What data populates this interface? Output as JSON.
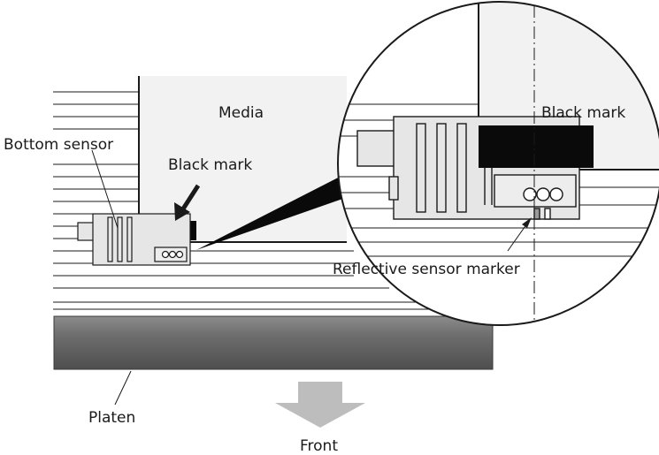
{
  "labels": {
    "media": "Media",
    "bottom_sensor": "Bottom sensor",
    "black_mark": "Black mark",
    "black_mark_zoom": "Black mark",
    "reflective_sensor_marker": "Reflective sensor marker",
    "platen": "Platen",
    "front": "Front"
  },
  "colors": {
    "line": "#1a1a1a",
    "media_fill": "#f2f2f2",
    "sensor_fill": "#e6e6e6",
    "black_mark": "#0a0a0a",
    "platen_dark": "#5a5a5a",
    "platen_light": "#9a9a9a",
    "arrow": "#bdbdbd"
  }
}
